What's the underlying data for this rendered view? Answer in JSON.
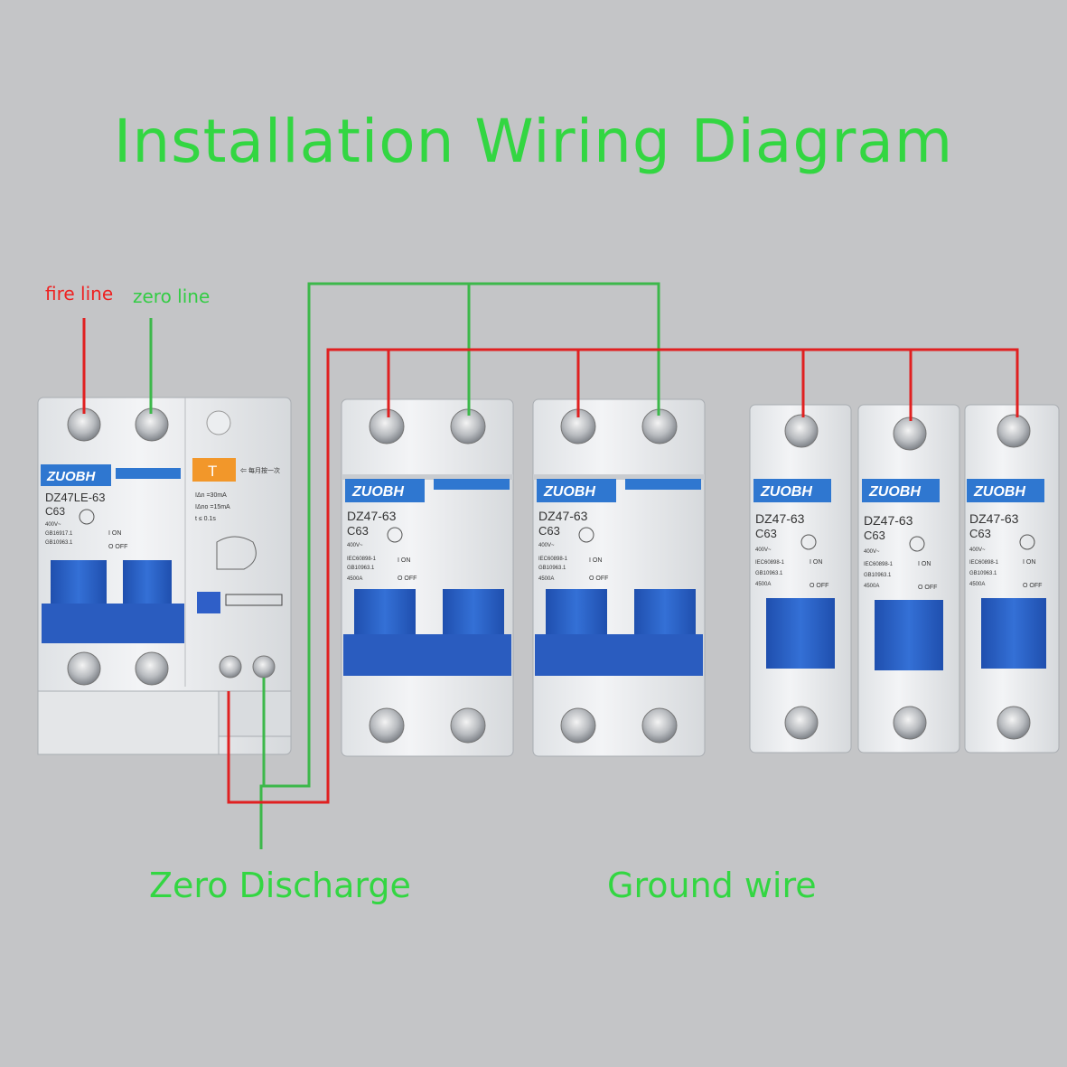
{
  "title": "Installation Wiring Diagram",
  "labels": {
    "fire_line": "fire line",
    "zero_line": "zero line",
    "zero_discharge": "Zero Discharge",
    "ground_wire": "Ground wire"
  },
  "colors": {
    "background": "#c4c5c7",
    "title": "#33d642",
    "fire_wire": "#e02020",
    "zero_wire": "#3cb84a",
    "breaker_body": "#eef0f2",
    "handle_blue": "#2c62c4",
    "brand_blue": "#2f77d0"
  },
  "breakers": {
    "rcbo": {
      "brand": "ZUOBH",
      "model": "DZ47LE-63",
      "rating": "C63",
      "test_button": "T",
      "ratings_small": [
        "IΔn =30mA",
        "IΔno =15mA",
        "t ≤ 0.1s"
      ]
    },
    "double_pole": {
      "brand": "ZUOBH",
      "model": "DZ47-63",
      "rating": "C63",
      "spec": [
        "400V~",
        "IEC60898-1",
        "GB10963.1",
        "4500A"
      ],
      "on": "I ON",
      "off": "O OFF"
    },
    "single_pole": {
      "brand": "ZUOBH",
      "model": "DZ47-63",
      "rating": "C63",
      "spec": [
        "400V~",
        "IEC60898-1",
        "GB10963.1",
        "4500A"
      ],
      "on": "I ON",
      "off": "O OFF"
    }
  }
}
